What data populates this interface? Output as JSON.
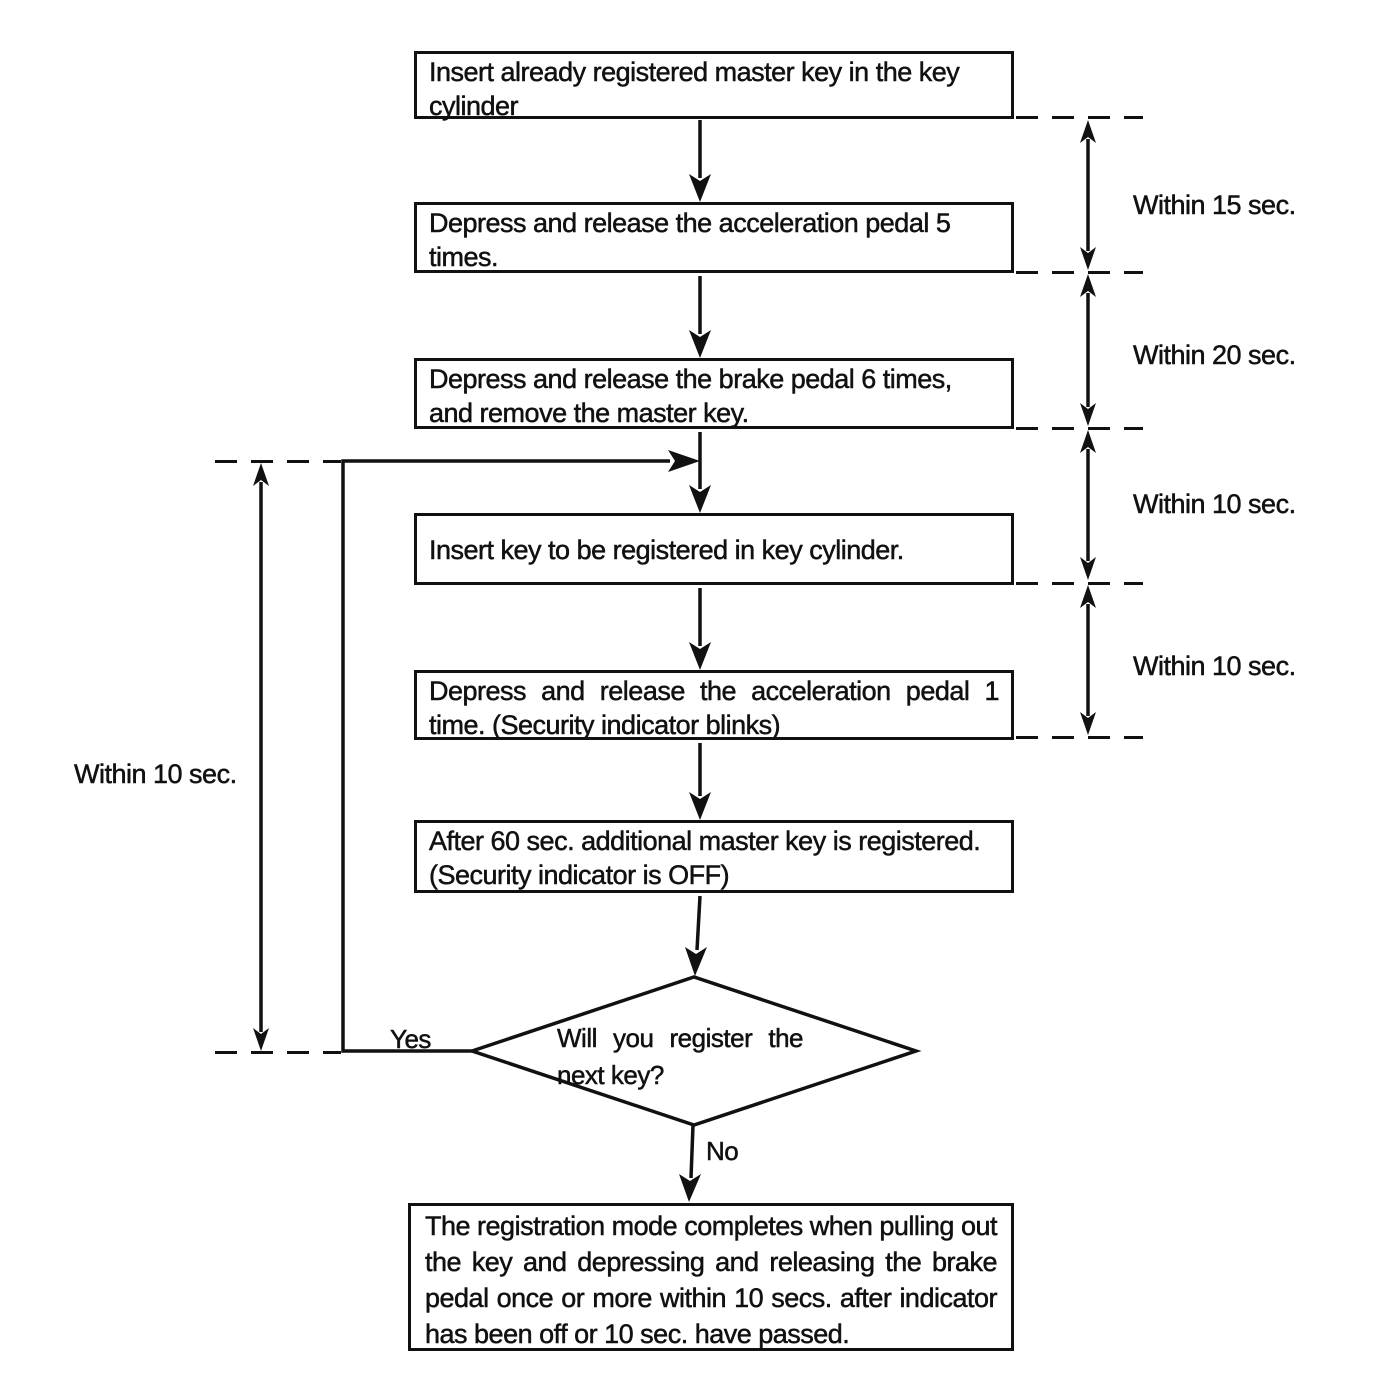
{
  "flowchart": {
    "steps": [
      {
        "text": "Insert already registered master key in the key cylinder"
      },
      {
        "text": "Depress and release the acceleration pedal 5 times."
      },
      {
        "text": "Depress and release the brake pedal 6 times, and remove the master key."
      },
      {
        "text": "Insert key to be registered in key cylinder."
      },
      {
        "text": "Depress and release the acceleration pedal 1 time. (Security indicator blinks)"
      },
      {
        "text": "After 60 sec. additional master key is registered. (Security indicator is OFF)"
      },
      {
        "text": "The registration mode completes when pulling out the key and depressing and releasing the brake pedal once or more within 10 secs. after indicator has been off or 10 sec. have passed."
      }
    ],
    "decision": {
      "question": "Will you register the next key?",
      "yes_label": "Yes",
      "no_label": "No"
    },
    "timings_right": [
      {
        "label": "Within 15 sec."
      },
      {
        "label": "Within 20 sec."
      },
      {
        "label": "Within 10 sec."
      },
      {
        "label": "Within 10 sec."
      }
    ],
    "timing_left": {
      "label": "Within 10 sec."
    },
    "colors": {
      "ink": "#111111",
      "background": "#ffffff"
    }
  }
}
